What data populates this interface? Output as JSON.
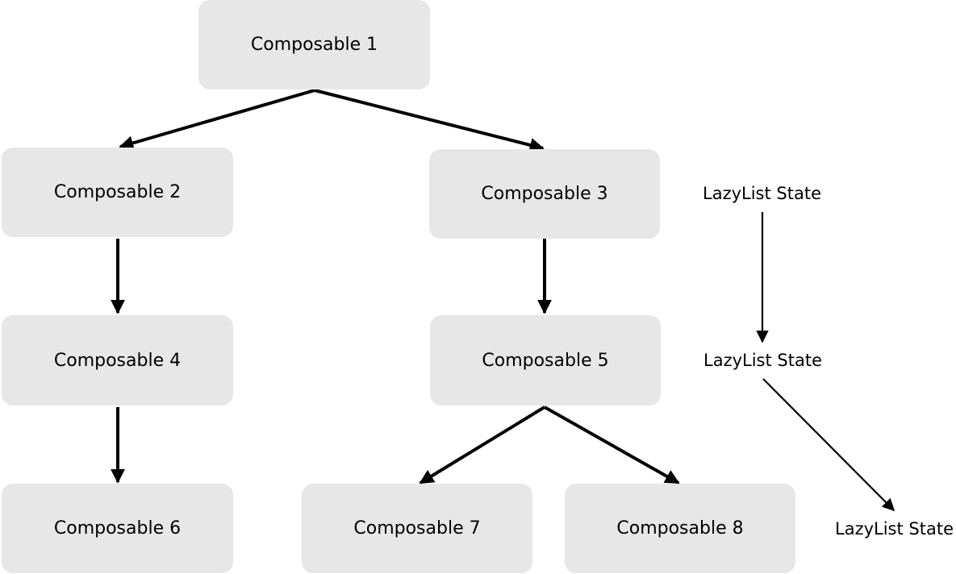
{
  "nodes": {
    "c1": "Composable 1",
    "c2": "Composable 2",
    "c3": "Composable 3",
    "c4": "Composable 4",
    "c5": "Composable 5",
    "c6": "Composable 6",
    "c7": "Composable 7",
    "c8": "Composable 8"
  },
  "states": {
    "s1": "LazyList State",
    "s2": "LazyList State",
    "s3": "LazyList State"
  },
  "colors": {
    "node_fill": "#e7e7e7",
    "edge": "#000000"
  }
}
